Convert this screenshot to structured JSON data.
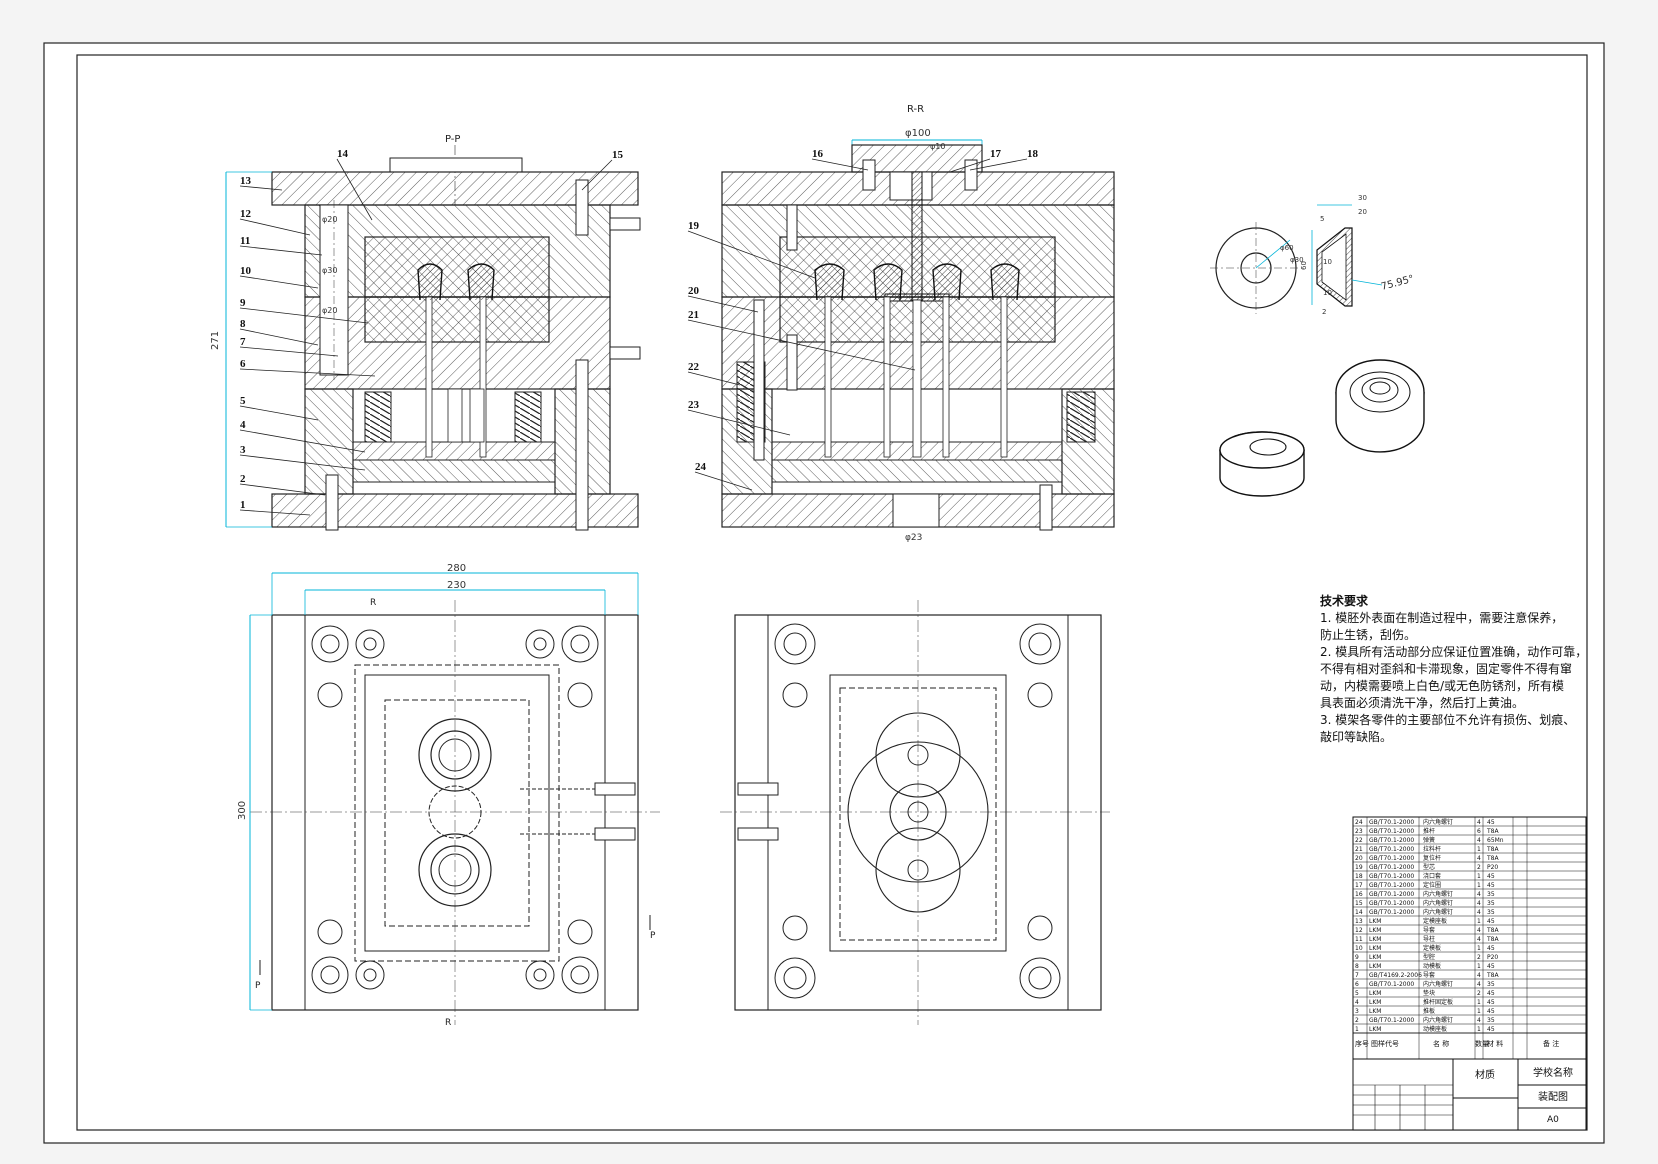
{
  "section_labels": {
    "pp": "P-P",
    "rr": "R-R"
  },
  "callouts_left": [
    "1",
    "2",
    "3",
    "4",
    "5",
    "6",
    "7",
    "8",
    "9",
    "10",
    "11",
    "12",
    "13",
    "14",
    "15"
  ],
  "callouts_right": [
    "16",
    "17",
    "18",
    "19",
    "20",
    "21",
    "22",
    "23",
    "24"
  ],
  "dims": {
    "height_271": "271",
    "phi100": "φ100",
    "phi10": "φ10",
    "phi23": "φ23",
    "width_280": "280",
    "width_230": "230",
    "height_300": "300",
    "bolt_phi20_a": "φ20",
    "bolt_phi30": "φ30",
    "bolt_phi20_b": "φ20",
    "part_phi60": "φ60",
    "part_phi30": "φ30",
    "part_r20": "20",
    "part_r30": "30",
    "part_60": "60",
    "part_10a": "10",
    "part_10b": "10",
    "part_angle": "75.95°",
    "part_2": "2",
    "part_5": "5"
  },
  "plan_markers": {
    "r_top": "R",
    "r_bottom": "R",
    "p_left": "P",
    "p_right": "P"
  },
  "tech_requirements": {
    "title": "技术要求",
    "lines": [
      "1. 模胚外表面在制造过程中，需要注意保养，",
      "防止生锈，刮伤。",
      "2. 模具所有活动部分应保证位置准确，动作可靠，",
      "不得有相对歪斜和卡滞现象，固定零件不得有窜",
      "动，内模需要喷上白色/或无色防锈剂，所有模",
      "具表面必须清洗干净，然后打上黄油。",
      "3. 模架各零件的主要部位不允许有损伤、划痕、",
      "敲印等缺陷。"
    ]
  },
  "bom": {
    "rows": [
      {
        "no": "24",
        "code": "GB/T70.1-2000",
        "name": "内六角螺钉",
        "qty": "4",
        "mat": "45"
      },
      {
        "no": "23",
        "code": "GB/T70.1-2000",
        "name": "推杆",
        "qty": "6",
        "mat": "T8A"
      },
      {
        "no": "22",
        "code": "GB/T70.1-2000",
        "name": "弹簧",
        "qty": "4",
        "mat": "65Mn"
      },
      {
        "no": "21",
        "code": "GB/T70.1-2000",
        "name": "拉料杆",
        "qty": "1",
        "mat": "T8A"
      },
      {
        "no": "20",
        "code": "GB/T70.1-2000",
        "name": "复位杆",
        "qty": "4",
        "mat": "T8A"
      },
      {
        "no": "19",
        "code": "GB/T70.1-2000",
        "name": "型芯",
        "qty": "2",
        "mat": "P20"
      },
      {
        "no": "18",
        "code": "GB/T70.1-2000",
        "name": "浇口套",
        "qty": "1",
        "mat": "45"
      },
      {
        "no": "17",
        "code": "GB/T70.1-2000",
        "name": "定位圈",
        "qty": "1",
        "mat": "45"
      },
      {
        "no": "16",
        "code": "GB/T70.1-2000",
        "name": "内六角螺钉",
        "qty": "4",
        "mat": "35"
      },
      {
        "no": "15",
        "code": "GB/T70.1-2000",
        "name": "内六角螺钉",
        "qty": "4",
        "mat": "35"
      },
      {
        "no": "14",
        "code": "GB/T70.1-2000",
        "name": "内六角螺钉",
        "qty": "4",
        "mat": "35"
      },
      {
        "no": "13",
        "code": "LKM",
        "name": "定模座板",
        "qty": "1",
        "mat": "45"
      },
      {
        "no": "12",
        "code": "LKM",
        "name": "导套",
        "qty": "4",
        "mat": "T8A"
      },
      {
        "no": "11",
        "code": "LKM",
        "name": "导柱",
        "qty": "4",
        "mat": "T8A"
      },
      {
        "no": "10",
        "code": "LKM",
        "name": "定模板",
        "qty": "1",
        "mat": "45"
      },
      {
        "no": "9",
        "code": "LKM",
        "name": "型腔",
        "qty": "2",
        "mat": "P20"
      },
      {
        "no": "8",
        "code": "LKM",
        "name": "动模板",
        "qty": "1",
        "mat": "45"
      },
      {
        "no": "7",
        "code": "GB/T4169.2-2006",
        "name": "导套",
        "qty": "4",
        "mat": "T8A"
      },
      {
        "no": "6",
        "code": "GB/T70.1-2000",
        "name": "内六角螺钉",
        "qty": "4",
        "mat": "35"
      },
      {
        "no": "5",
        "code": "LKM",
        "name": "垫块",
        "qty": "2",
        "mat": "45"
      },
      {
        "no": "4",
        "code": "LKM",
        "name": "推杆固定板",
        "qty": "1",
        "mat": "45"
      },
      {
        "no": "3",
        "code": "LKM",
        "name": "推板",
        "qty": "1",
        "mat": "45"
      },
      {
        "no": "2",
        "code": "GB/T70.1-2000",
        "name": "内六角螺钉",
        "qty": "4",
        "mat": "35"
      },
      {
        "no": "1",
        "code": "LKM",
        "name": "动模座板",
        "qty": "1",
        "mat": "45"
      }
    ],
    "header": {
      "no": "序号",
      "code": "图样代号",
      "name": "名 称",
      "qty": "数量",
      "mat": "材 料",
      "note": "备 注"
    }
  },
  "title_block": {
    "material": "材质",
    "school": "学校名称",
    "drawing": "装配图",
    "size": "A0"
  }
}
